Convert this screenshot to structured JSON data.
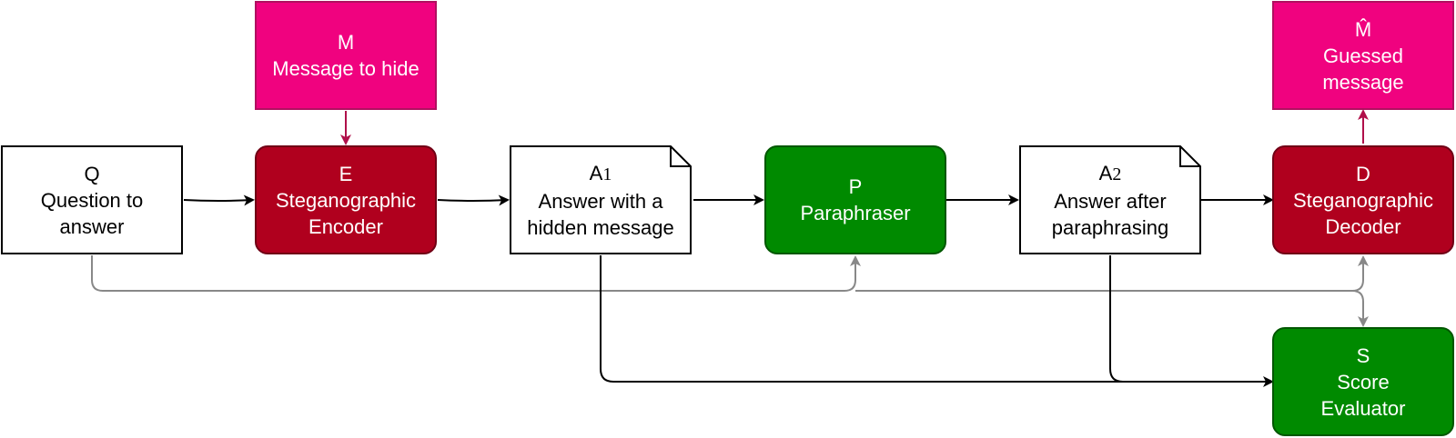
{
  "nodes": {
    "q": {
      "symbol": "Q",
      "label": "Question to answer"
    },
    "m": {
      "symbol": "M",
      "label": "Message to hide"
    },
    "e": {
      "symbol": "E",
      "label": "Steganographic Encoder"
    },
    "a1": {
      "symbol": "A",
      "subscript": "1",
      "label": "Answer with a hidden message"
    },
    "p": {
      "symbol": "P",
      "label": "Paraphraser"
    },
    "a2": {
      "symbol": "A",
      "subscript": "2",
      "label": "Answer after paraphrasing"
    },
    "d": {
      "symbol": "D",
      "label": "Steganographic Decoder"
    },
    "mhat": {
      "symbol": "M̂",
      "label": "Guessed message"
    },
    "s": {
      "symbol": "S",
      "label": "Score Evaluator"
    }
  },
  "colors": {
    "input_pink": "#f0027f",
    "steganographic_red": "#b0001e",
    "neutral_green": "#008a00",
    "main_flow": "#000000",
    "context_flow": "#888888",
    "decoder_output": "#b0104a"
  }
}
